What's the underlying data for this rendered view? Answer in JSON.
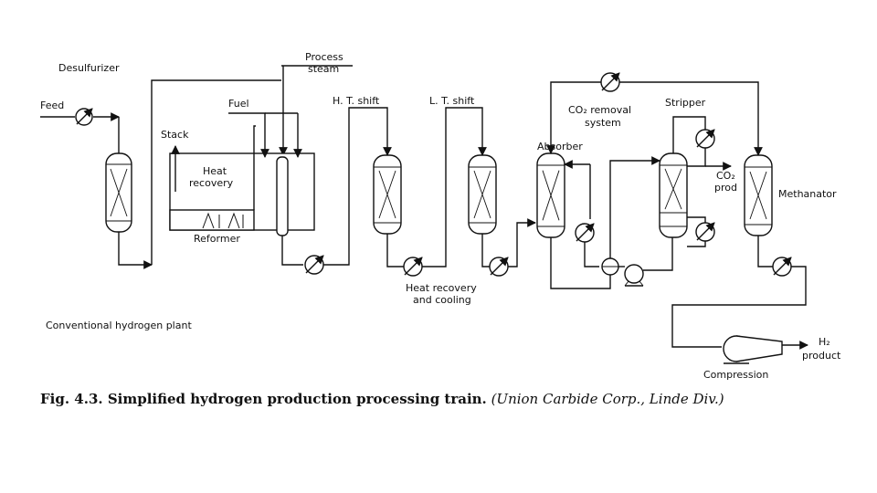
{
  "labels": {
    "desulfurizer": "Desulfurizer",
    "feed": "Feed",
    "fuel": "Fuel",
    "process_steam_1": "Process",
    "process_steam_2": "steam",
    "stack": "Stack",
    "heat_recovery_1": "Heat",
    "heat_recovery_2": "recovery",
    "reformer": "Reformer",
    "ht_shift": "H. T. shift",
    "lt_shift": "L. T. shift",
    "co2_removal_1": "CO₂ removal",
    "co2_removal_2": "system",
    "stripper": "Stripper",
    "absorber": "Absorber",
    "co2_prod_1": "CO₂",
    "co2_prod_2": "prod",
    "methanator": "Methanator",
    "heat_recovery_cooling_1": "Heat recovery",
    "heat_recovery_cooling_2": "and cooling",
    "plant": "Conventional hydrogen plant",
    "h2_product_1": "H₂",
    "h2_product_2": "product",
    "compression": "Compression"
  },
  "caption": {
    "main": "Fig. 4.3. Simplified hydrogen production processing train.",
    "source": "(Union Carbide Corp., Linde Div.)"
  }
}
